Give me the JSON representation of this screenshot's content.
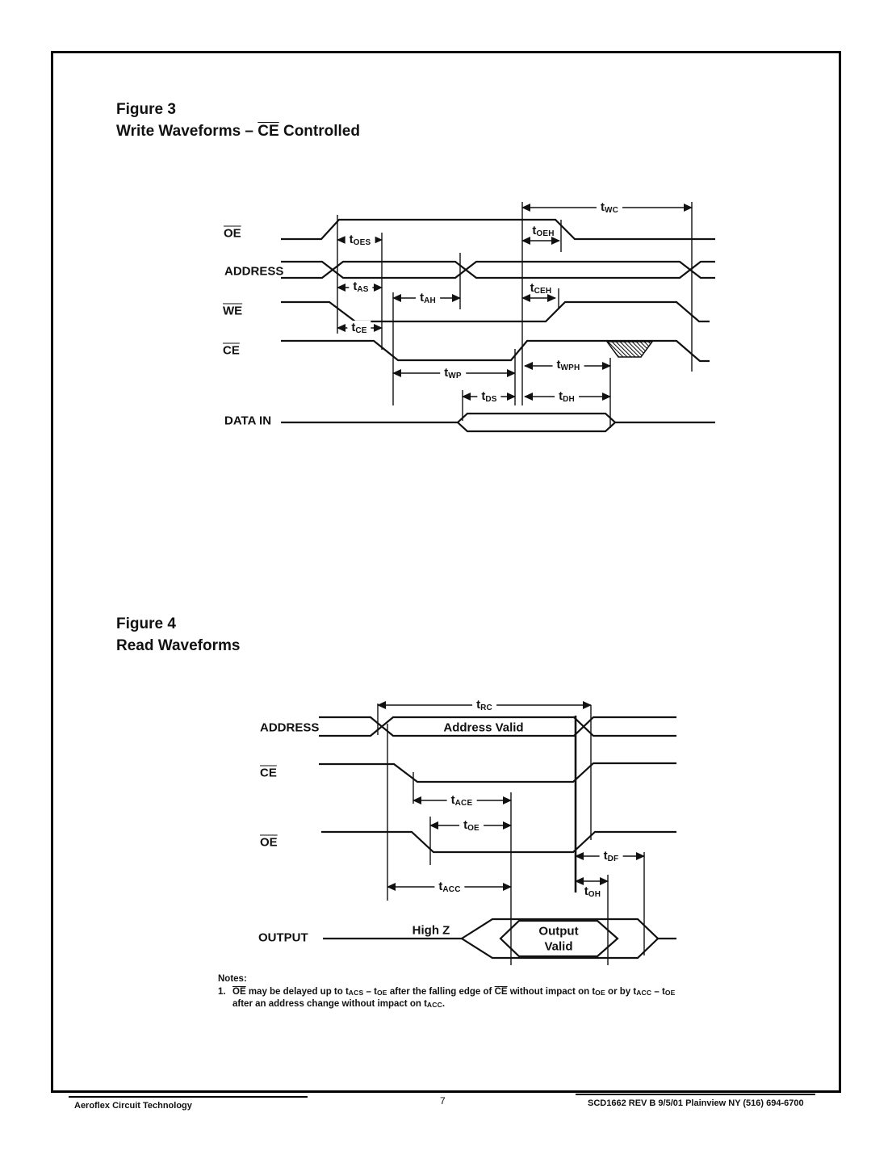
{
  "figure3": {
    "title": "Figure 3",
    "subtitle": [
      {
        "t": "Write Waveforms – "
      },
      {
        "t": "CE",
        "s": "ovl"
      },
      {
        "t": " Controlled"
      }
    ],
    "signals": {
      "oe": "OE",
      "address": "ADDRESS",
      "we": "WE",
      "ce": "CE",
      "data_in": "DATA IN"
    },
    "timing": {
      "twc": [
        {
          "t": "t"
        },
        {
          "t": "WC",
          "s": "sub"
        }
      ],
      "toes": [
        {
          "t": "t"
        },
        {
          "t": "OES",
          "s": "sub"
        }
      ],
      "toeh": [
        {
          "t": "t"
        },
        {
          "t": "OEH",
          "s": "sub"
        }
      ],
      "tas": [
        {
          "t": "t"
        },
        {
          "t": "AS",
          "s": "sub"
        }
      ],
      "tah": [
        {
          "t": "t"
        },
        {
          "t": "AH",
          "s": "sub"
        }
      ],
      "tceh": [
        {
          "t": "t"
        },
        {
          "t": "CEH",
          "s": "sub"
        }
      ],
      "tce": [
        {
          "t": "t"
        },
        {
          "t": "CE",
          "s": "sub"
        }
      ],
      "twp": [
        {
          "t": "t"
        },
        {
          "t": "WP",
          "s": "sub"
        }
      ],
      "twph": [
        {
          "t": "t"
        },
        {
          "t": "WPH",
          "s": "sub"
        }
      ],
      "tds": [
        {
          "t": "t"
        },
        {
          "t": "DS",
          "s": "sub"
        }
      ],
      "tdh": [
        {
          "t": "t"
        },
        {
          "t": "DH",
          "s": "sub"
        }
      ]
    }
  },
  "figure4": {
    "title": "Figure 4",
    "subtitle": "Read Waveforms",
    "signals": {
      "address": "ADDRESS",
      "ce": "CE",
      "oe": "OE",
      "output": "OUTPUT"
    },
    "annotations": {
      "address_valid": "Address Valid",
      "high_z": "High Z",
      "output_line1": "Output",
      "output_line2": "Valid"
    },
    "timing": {
      "trc": [
        {
          "t": "t"
        },
        {
          "t": "RC",
          "s": "sub"
        }
      ],
      "tace": [
        {
          "t": "t"
        },
        {
          "t": "ACE",
          "s": "sub"
        }
      ],
      "toe": [
        {
          "t": "t"
        },
        {
          "t": "OE",
          "s": "sub"
        }
      ],
      "tdf": [
        {
          "t": "t"
        },
        {
          "t": "DF",
          "s": "sub"
        }
      ],
      "tacc": [
        {
          "t": "t"
        },
        {
          "t": "ACC",
          "s": "sub"
        }
      ],
      "toh": [
        {
          "t": "t"
        },
        {
          "t": "OH",
          "s": "sub"
        }
      ]
    }
  },
  "notes": {
    "heading": "Notes:",
    "item_number": "1.",
    "line1": [
      {
        "t": "OE",
        "s": "ovl"
      },
      {
        "t": " may be delayed up to t"
      },
      {
        "t": "ACS",
        "s": "sub"
      },
      {
        "t": " – t"
      },
      {
        "t": "OE",
        "s": "sub"
      },
      {
        "t": " after the falling edge of "
      },
      {
        "t": "CE",
        "s": "ovl"
      },
      {
        "t": " without impact on t"
      },
      {
        "t": "OE",
        "s": "sub"
      },
      {
        "t": " or by t"
      },
      {
        "t": "ACC",
        "s": "sub"
      },
      {
        "t": " – t"
      },
      {
        "t": "OE",
        "s": "sub"
      }
    ],
    "line2": [
      {
        "t": "after an address change without impact on t"
      },
      {
        "t": "ACC",
        "s": "sub"
      },
      {
        "t": "."
      }
    ]
  },
  "footer": {
    "company": "Aeroflex Circuit Technology",
    "page_number": "7",
    "document_ref": "SCD1662 REV B  9/5/01  Plainview NY (516) 694-6700"
  }
}
